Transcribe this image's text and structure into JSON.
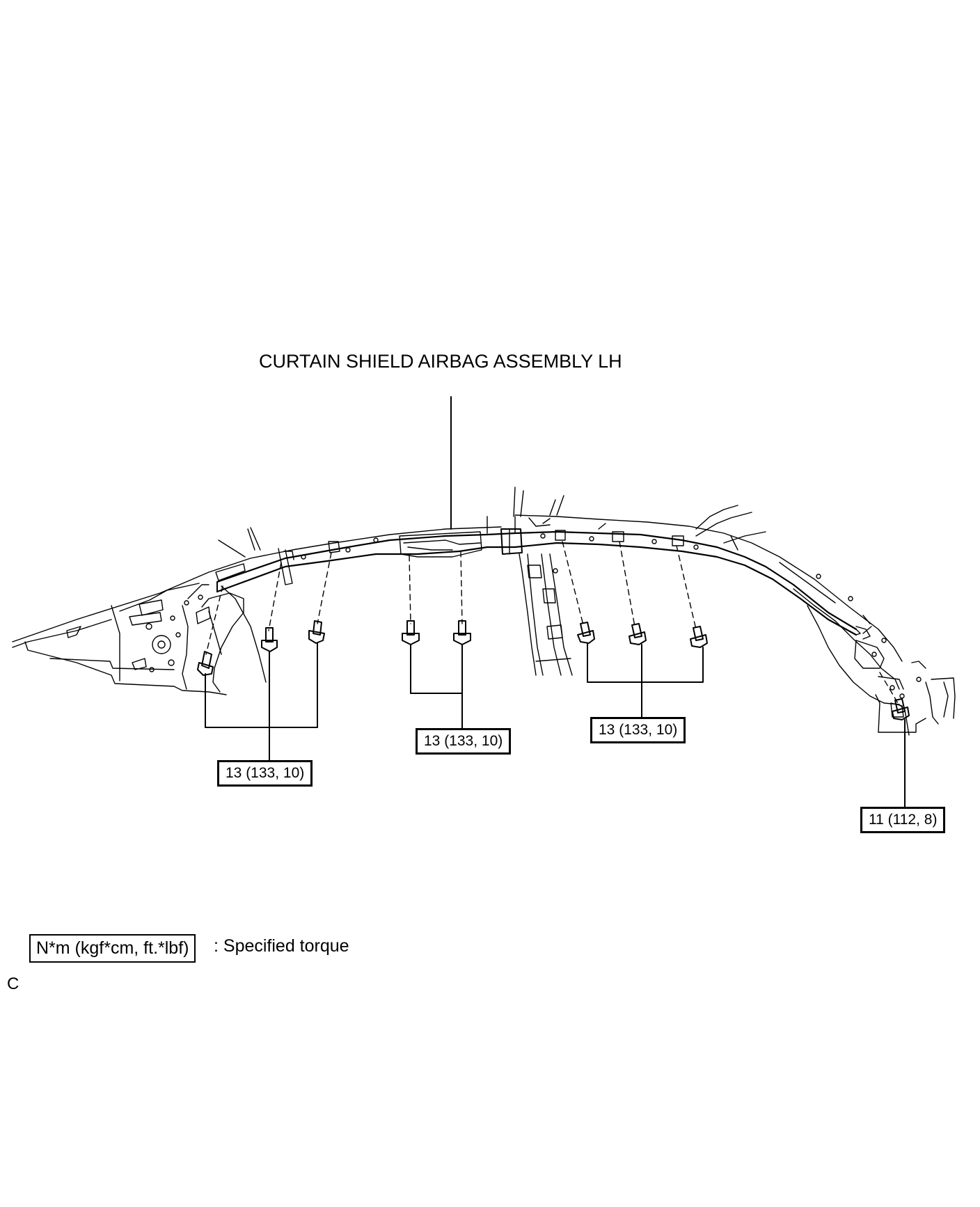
{
  "title": "CURTAIN SHIELD AIRBAG ASSEMBLY LH",
  "torque_callouts": [
    "13 (133, 10)",
    "13 (133, 10)",
    "13 (133, 10)",
    "11 (112, 8)"
  ],
  "legend": {
    "unit_box": "N*m (kgf*cm, ft.*lbf)",
    "description": ": Specified torque"
  },
  "figure_code": "C"
}
